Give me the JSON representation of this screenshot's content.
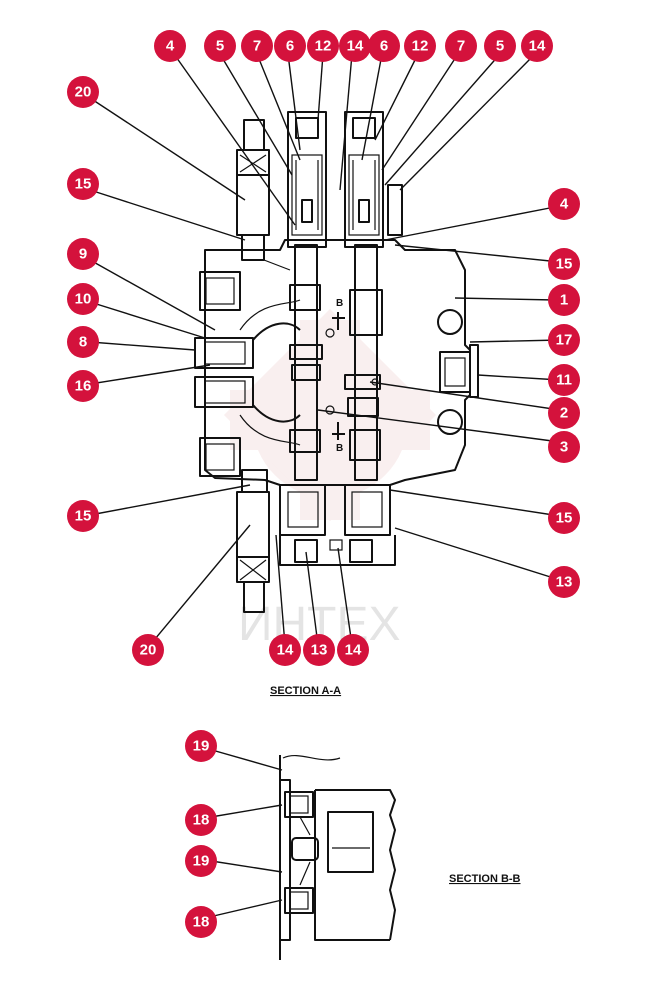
{
  "watermark": {
    "text": "ИНТЕХ",
    "color": "#e8b8b8"
  },
  "callout_color": "#d4123c",
  "section_labels": {
    "a": "SECTION  A-A",
    "b": "SECTION  B-B"
  },
  "cut_marks": {
    "upper": "B",
    "lower": "B"
  },
  "callouts_a": [
    "4",
    "5",
    "7",
    "6",
    "12",
    "14",
    "6",
    "12",
    "7",
    "5",
    "14",
    "20",
    "15",
    "4",
    "15",
    "9",
    "1",
    "10",
    "17",
    "8",
    "11",
    "16",
    "2",
    "3",
    "15",
    "15",
    "13",
    "20",
    "14",
    "13",
    "14"
  ],
  "callouts_b": [
    "19",
    "18",
    "19",
    "18"
  ]
}
